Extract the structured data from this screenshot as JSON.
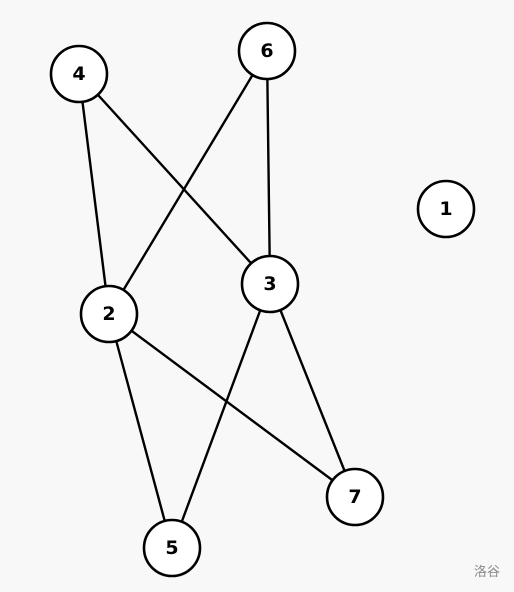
{
  "graph": {
    "nodes": [
      {
        "id": "1",
        "label": "1"
      },
      {
        "id": "2",
        "label": "2"
      },
      {
        "id": "3",
        "label": "3"
      },
      {
        "id": "4",
        "label": "4"
      },
      {
        "id": "5",
        "label": "5"
      },
      {
        "id": "6",
        "label": "6"
      },
      {
        "id": "7",
        "label": "7"
      }
    ],
    "edges": [
      {
        "from": "4",
        "to": "2"
      },
      {
        "from": "4",
        "to": "3"
      },
      {
        "from": "6",
        "to": "2"
      },
      {
        "from": "6",
        "to": "3"
      },
      {
        "from": "2",
        "to": "5"
      },
      {
        "from": "2",
        "to": "7"
      },
      {
        "from": "3",
        "to": "5"
      },
      {
        "from": "3",
        "to": "7"
      }
    ]
  },
  "watermark": "洛谷"
}
